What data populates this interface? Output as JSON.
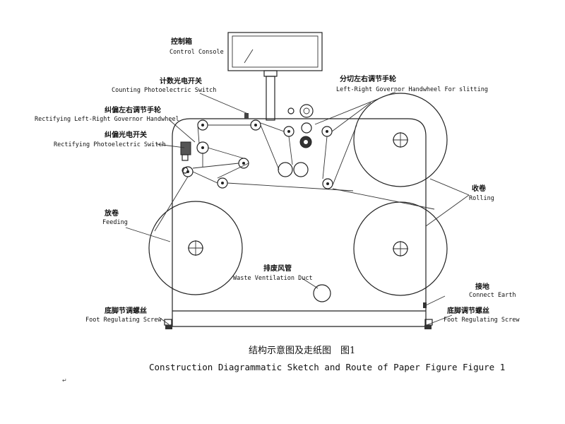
{
  "labels": {
    "control_console": {
      "cn": "控制箱",
      "en": "Control Console"
    },
    "counting_switch": {
      "cn": "计数光电开关",
      "en": "Counting Photoelectric Switch"
    },
    "rectifying_handwheel": {
      "cn": "纠偏左右调节手轮",
      "en": "Rectifying Left-Right Governor Handwheel"
    },
    "rectifying_switch": {
      "cn": "纠偏光电开关",
      "en": "Rectifying Photoelectric Switch"
    },
    "slitting_handwheel": {
      "cn": "分切左右调节手轮",
      "en": "Left-Right Governor Handwheel For slitting"
    },
    "rolling": {
      "cn": "收卷",
      "en": "Rolling"
    },
    "feeding": {
      "cn": "放卷",
      "en": "Feeding"
    },
    "waste_duct": {
      "cn": "排废风管",
      "en": "Waste Ventilation Duct"
    },
    "connect_earth": {
      "cn": "接地",
      "en": "Connect Earth"
    },
    "foot_screw_left": {
      "cn": "底脚节调螺丝",
      "en": "Foot Regulating Screw"
    },
    "foot_screw_right": {
      "cn": "底脚调节螺丝",
      "en": "Foot Regulating Screw"
    }
  },
  "caption": {
    "cn": "结构示意图及走纸图　图1",
    "en": "Construction Diagrammatic Sketch and Route of Paper Figure   Figure 1"
  },
  "stray_mark": "↵"
}
